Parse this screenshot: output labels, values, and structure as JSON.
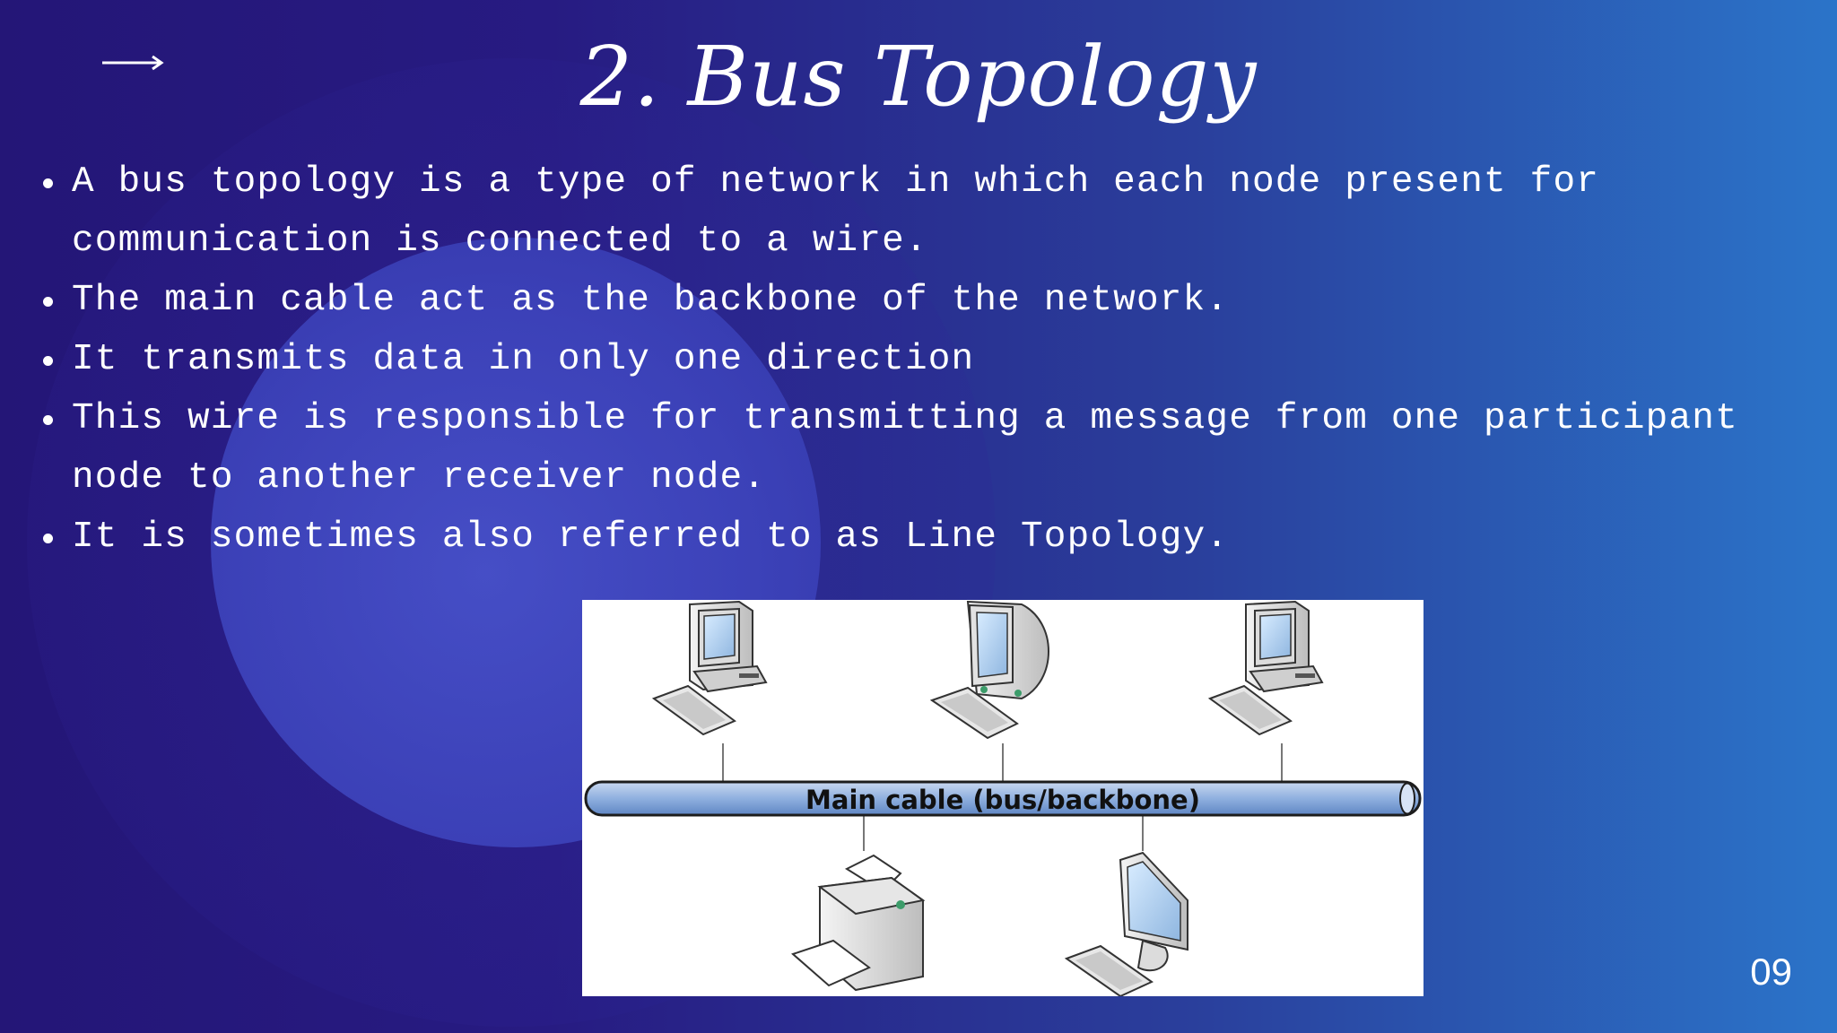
{
  "slide": {
    "title": "2. Bus Topology",
    "page_number": "09",
    "icons": {
      "nav": "right-arrow-icon"
    },
    "bullets": [
      "A bus topology is a type of network in which each node present for communication is connected to a wire.",
      "The main cable act as the backbone of the network.",
      "It transmits data in only one direction",
      " This wire is responsible for transmitting a message from one participant node to another receiver node.",
      "It is sometimes also referred to as Line Topology."
    ],
    "diagram": {
      "cable_label": "Main cable (bus/backbone)"
    }
  }
}
